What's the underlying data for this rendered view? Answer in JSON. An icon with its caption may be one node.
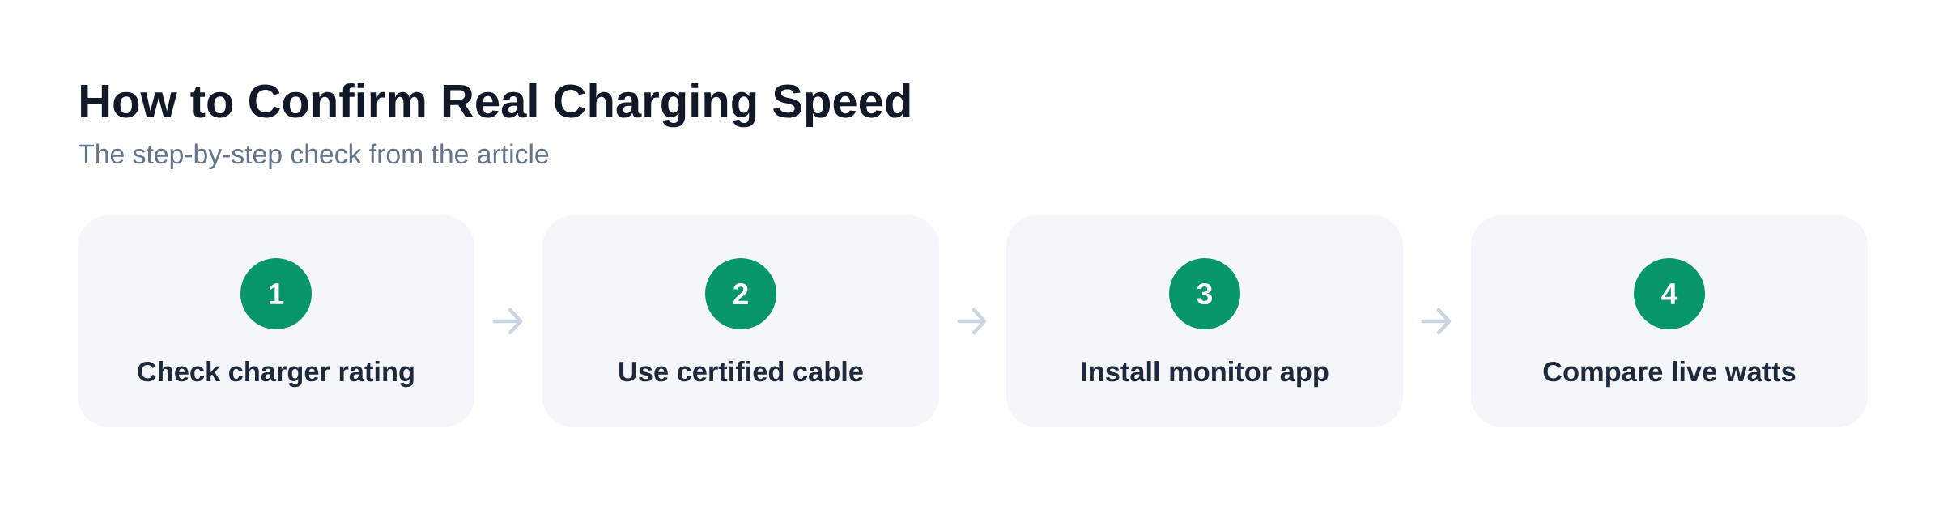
{
  "diagram": {
    "title": "How to Confirm Real Charging Speed",
    "nodes": [
      {
        "text": [
          "Check charger rating"
        ]
      },
      {
        "text": [
          "1"
        ],
        "in": 0
      },
      {
        "text": [
          "Use certified cable"
        ]
      },
      {
        "text": [
          "2"
        ],
        "in": 2
      },
      {
        "text": [
          "Install monitor app"
        ]
      },
      {
        "text": [
          "3"
        ],
        "in": 4
      },
      {
        "text": [
          "Compare live watts"
        ]
      },
      {
        "text": [
          "4"
        ],
        "in": 6
      }
    ],
    "edges": [
      {
        "from": 0,
        "to": 2,
        "arrow": "to"
      },
      {
        "from": 2,
        "to": 4,
        "arrow": "to"
      },
      {
        "from": 4,
        "to": 6,
        "arrow": "to"
      }
    ],
    "labels": [
      "The step-by-step check from the article"
    ]
  }
}
